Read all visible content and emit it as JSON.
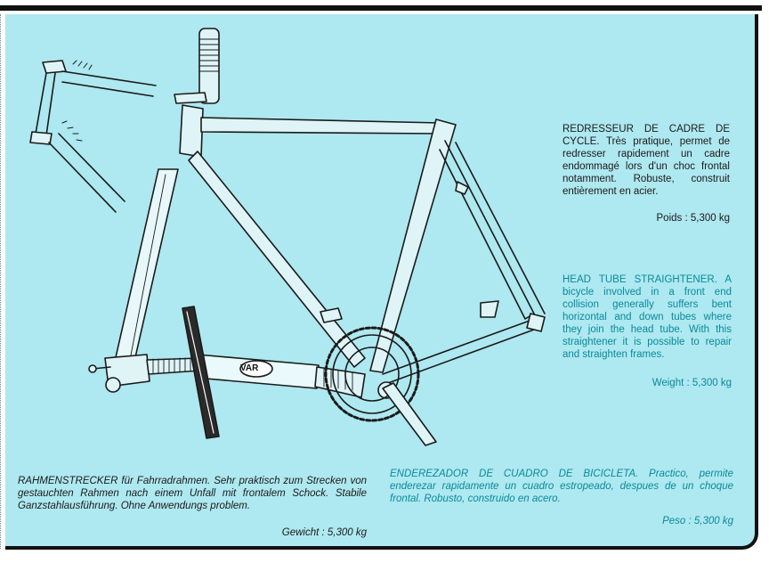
{
  "colors": {
    "panel_bg": "#aee8f0",
    "black_text": "#1a1a1a",
    "teal_text": "#0a8a9a"
  },
  "illustration": {
    "tool_label": "VAR"
  },
  "french": {
    "description": "REDRESSEUR DE CADRE DE CYCLE. Très pratique, permet de redresser rapidement un cadre endommagé lors d'un choc frontal notamment. Robuste, construit entièrement en acier.",
    "weight": "Poids : 5,300 kg"
  },
  "english": {
    "description": "HEAD TUBE STRAIGHTENER. A bicycle involved in a front end collision generally suffers bent horizontal and down tubes where they join the head tube. With this straightener it is possible to repair and straighten frames.",
    "weight": "Weight : 5,300 kg"
  },
  "german": {
    "description": "RAHMENSTRECKER für Fahrradrahmen. Sehr praktisch zum Strecken von gestauchten Rahmen nach einem Unfall mit frontalem Schock. Stabile Ganzstahlausführung. Ohne Anwendungs problem.",
    "weight": "Gewicht : 5,300 kg"
  },
  "spanish": {
    "description": "ENDEREZADOR DE CUADRO DE BICICLETA. Practico, permite enderezar rapidamente un cuadro estropeado, despues de un choque frontal. Robusto, construido en acero.",
    "weight": "Peso : 5,300 kg"
  }
}
